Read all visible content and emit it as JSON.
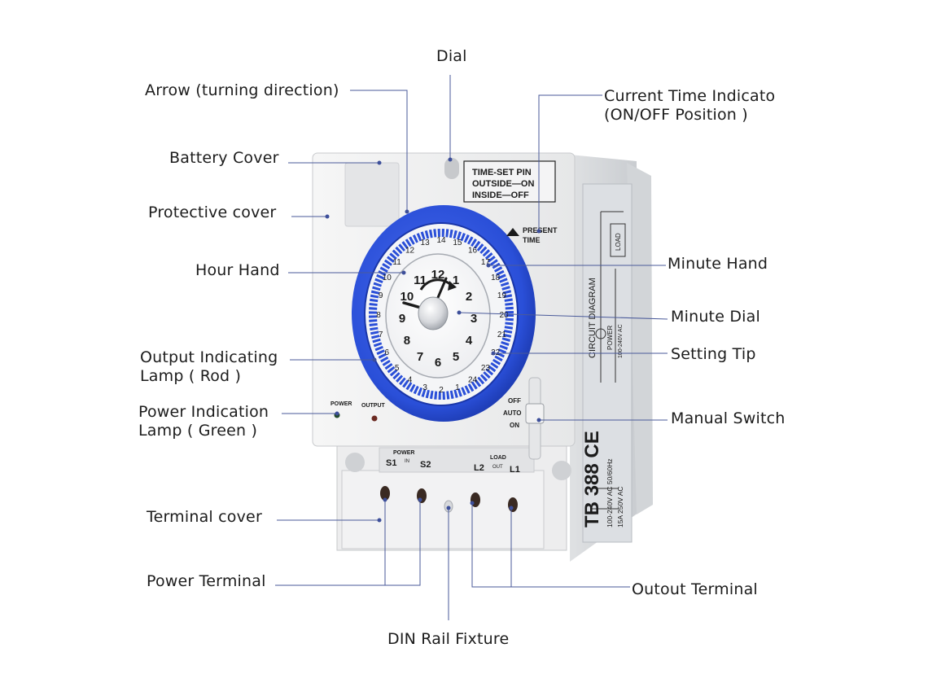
{
  "labels": {
    "dial": "Dial",
    "arrow": "Arrow (turning direction)",
    "current_time_1": "Current Time Indicato",
    "current_time_2": "(ON/OFF Position )",
    "battery_cover": "Battery Cover",
    "protective_cover": "Protective cover",
    "hour_hand": "Hour Hand",
    "minute_hand": "Minute Hand",
    "minute_dial": "Minute Dial",
    "setting_tip": "Setting Tip",
    "output_lamp_1": "Output Indicating",
    "output_lamp_2": "Lamp ( Rod )",
    "power_lamp_1": "Power Indication",
    "power_lamp_2": "Lamp ( Green )",
    "manual_switch": "Manual Switch",
    "terminal_cover": "Terminal cover",
    "power_terminal": "Power Terminal",
    "output_terminal": "Outout Terminal",
    "din_rail": "DIN Rail Fixture"
  },
  "device": {
    "timeset_1": "TIME-SET PIN",
    "timeset_2": "OUTSIDE—ON",
    "timeset_3": "INSIDE—OFF",
    "present_1": "PRESENT",
    "present_2": "TIME",
    "circuit_diagram": "CIRCUIT DIAGRAM",
    "load": "LOAD",
    "power_small": "POWER",
    "volt_small": "100-240V AC",
    "model": "TB 388 CE",
    "spec_1": "100-240V AC 50/60Hz",
    "spec_2": "15A  250V   AC",
    "lamp_power": "POWER",
    "lamp_output": "OUTPUT",
    "sw_off": "OFF",
    "sw_auto": "AUTO",
    "sw_on": "ON",
    "term_power": "POWER",
    "term_in": "IN",
    "term_s1": "S1",
    "term_s2": "S2",
    "term_load": "LOAD",
    "term_out": "OUT",
    "term_l2": "L2",
    "term_l1": "L1",
    "hours_24": [
      "1",
      "2",
      "3",
      "4",
      "5",
      "6",
      "7",
      "8",
      "9",
      "10",
      "11",
      "12",
      "13",
      "14",
      "15",
      "16",
      "17",
      "18",
      "19",
      "20",
      "21",
      "22",
      "23",
      "24"
    ],
    "minutes_12": [
      "12",
      "1",
      "2",
      "3",
      "4",
      "5",
      "6",
      "7",
      "8",
      "9",
      "10",
      "11"
    ]
  },
  "colors": {
    "dial_blue": "#2a4fd8",
    "dial_blue_dark": "#1a36a8",
    "body": "#eeefef",
    "leader_line": "#4a5a9a"
  }
}
